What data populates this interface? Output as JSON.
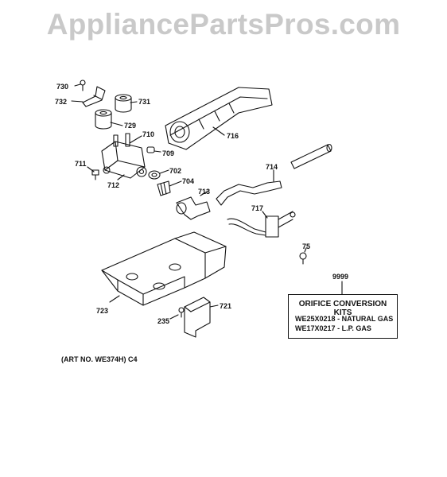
{
  "watermark": "AppliancePartsPros.com",
  "part_labels": {
    "p730": "730",
    "p732": "732",
    "p731": "731",
    "p729": "729",
    "p710": "710",
    "p709": "709",
    "p711": "711",
    "p712": "712",
    "p702": "702",
    "p704": "704",
    "p713": "713",
    "p716": "716",
    "p714": "714",
    "p717": "717",
    "p75": "75",
    "p9999": "9999",
    "p723": "723",
    "p721": "721",
    "p235": "235"
  },
  "kits": {
    "title": "ORIFICE CONVERSION KITS",
    "rows": [
      {
        "part": "WE25X0218",
        "dash": "-",
        "desc": "NATURAL GAS"
      },
      {
        "part": "WE17X0217",
        "dash": "-",
        "desc": "L.P. GAS"
      }
    ]
  },
  "art_number": "(ART NO. WE374H) C4"
}
